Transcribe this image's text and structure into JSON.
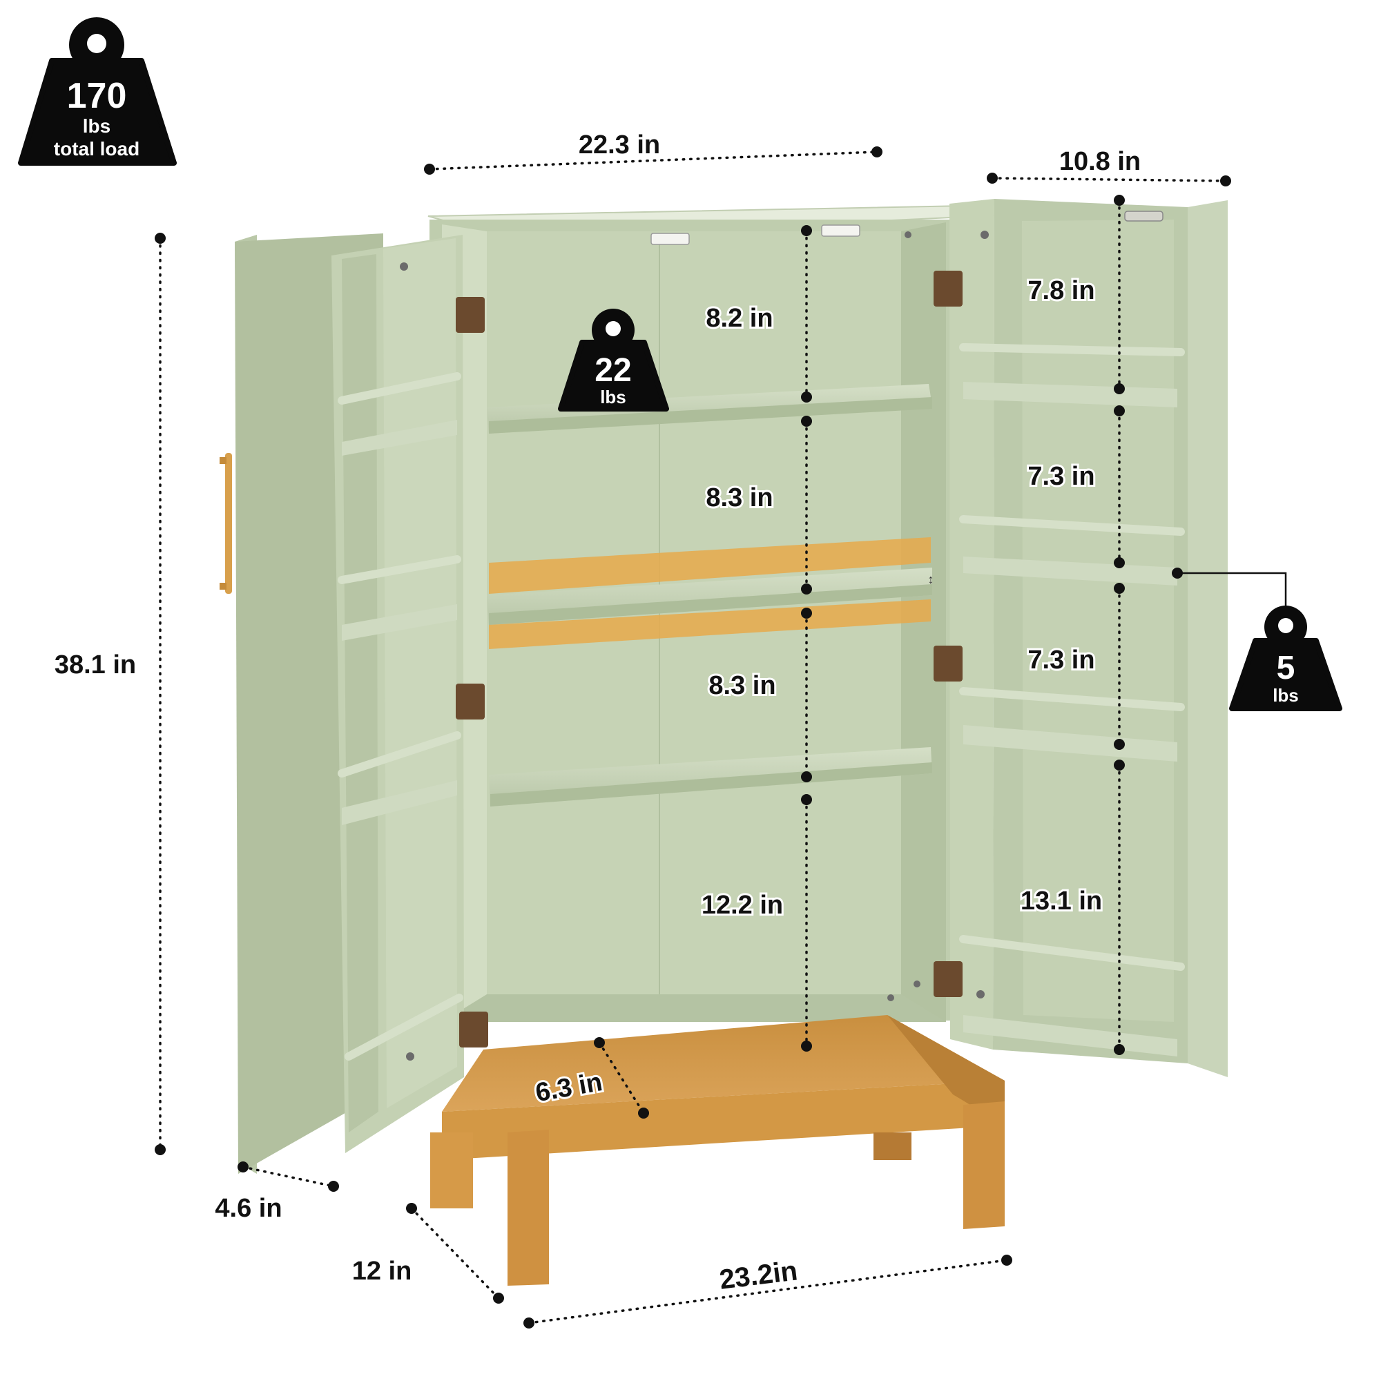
{
  "colors": {
    "cabinet": "#c9d6b9",
    "cabinet_shade": "#b6c4a4",
    "cabinet_dark": "#a9b896",
    "stool": "#d59a4a",
    "stool_dark": "#b57a34",
    "hardware": "#6b4a2e",
    "weight_icon": "#0b0b0b"
  },
  "weights": {
    "total": {
      "value": "170",
      "unit": "lbs",
      "caption": "total load",
      "icon": "weight-icon"
    },
    "shelf": {
      "value": "22",
      "unit": "lbs",
      "icon": "weight-icon"
    },
    "door_rack": {
      "value": "5",
      "unit": "lbs",
      "icon": "weight-icon"
    }
  },
  "dimensions": {
    "top_width": "22.3 in",
    "door_width": "10.8 in",
    "height": "38.1 in",
    "door_depth": "4.6 in",
    "depth": "12 in",
    "base_width": "23.2in",
    "stool_height": "6.3 in",
    "interior_gaps": [
      "8.2 in",
      "8.3 in",
      "8.3 in",
      "12.2 in"
    ],
    "door_gaps": [
      "7.8 in",
      "7.3 in",
      "7.3 in",
      "13.1 in"
    ]
  }
}
